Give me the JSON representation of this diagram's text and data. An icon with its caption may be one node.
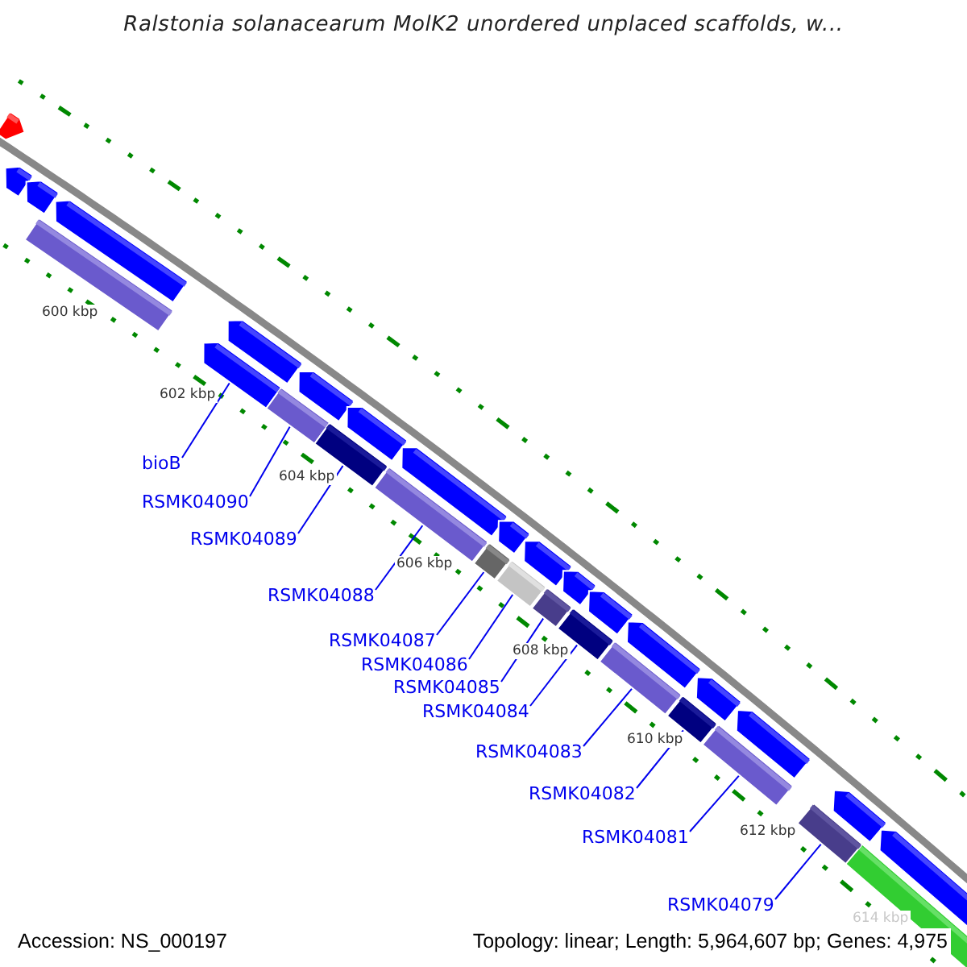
{
  "diagram": {
    "title": "Ralstonia solanacearum MolK2 unordered unplaced scaffolds, w...",
    "nodes": [
      {
        "text": [
          "bioB"
        ]
      },
      {
        "text": [],
        "shape": "bar"
      },
      {
        "text": [
          "RSMK04090"
        ]
      },
      {
        "text": [],
        "shape": "bar"
      },
      {
        "text": [
          "RSMK04089"
        ]
      },
      {
        "text": [],
        "shape": "bar"
      },
      {
        "text": [
          "RSMK04088"
        ]
      },
      {
        "text": [],
        "shape": "bar"
      },
      {
        "text": [
          "RSMK04087"
        ]
      },
      {
        "text": [],
        "shape": "bar"
      },
      {
        "text": [
          "RSMK04086"
        ]
      },
      {
        "text": [],
        "shape": "bar"
      },
      {
        "text": [
          "RSMK04085"
        ]
      },
      {
        "text": [],
        "shape": "bar"
      },
      {
        "text": [
          "RSMK04084"
        ]
      },
      {
        "text": [],
        "shape": "bar"
      },
      {
        "text": [
          "RSMK04083"
        ]
      },
      {
        "text": [],
        "shape": "bar"
      },
      {
        "text": [
          "RSMK04082"
        ]
      },
      {
        "text": [],
        "shape": "bar"
      },
      {
        "text": [
          "RSMK04081"
        ]
      },
      {
        "text": [],
        "shape": "bar"
      },
      {
        "text": [
          "RSMK04079"
        ]
      },
      {
        "text": [],
        "shape": "bar"
      }
    ],
    "edges": [
      {
        "from": 0,
        "to": 1,
        "arrow": "none"
      },
      {
        "from": 2,
        "to": 3,
        "arrow": "none"
      },
      {
        "from": 4,
        "to": 5,
        "arrow": "none"
      },
      {
        "from": 6,
        "to": 7,
        "arrow": "none"
      },
      {
        "from": 8,
        "to": 9,
        "arrow": "none"
      },
      {
        "from": 10,
        "to": 11,
        "arrow": "none"
      },
      {
        "from": 12,
        "to": 13,
        "arrow": "none"
      },
      {
        "from": 14,
        "to": 15,
        "arrow": "none"
      },
      {
        "from": 16,
        "to": 17,
        "arrow": "none"
      },
      {
        "from": 18,
        "to": 19,
        "arrow": "none"
      },
      {
        "from": 20,
        "to": 21,
        "arrow": "none"
      },
      {
        "from": 22,
        "to": 23,
        "arrow": "none"
      }
    ],
    "labels": [
      "600 kbp",
      "602 kbp",
      "604 kbp",
      "606 kbp",
      "608 kbp",
      "610 kbp",
      "612 kbp",
      "614 kbp",
      "Accession: NS_000197",
      "Topology: linear; Length: 5,964,607 bp; Genes: 4,975"
    ]
  }
}
